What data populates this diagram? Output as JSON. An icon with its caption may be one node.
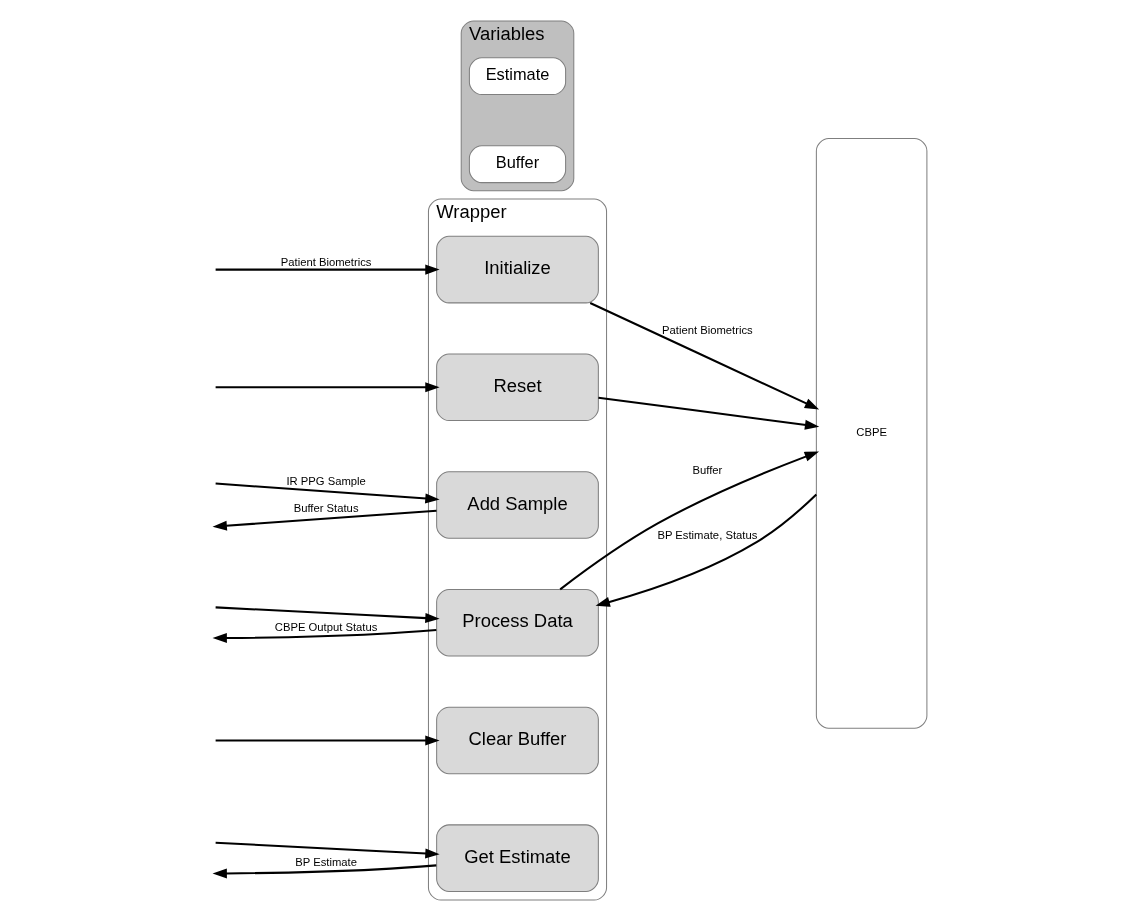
{
  "diagram": {
    "nodes": [
      {
        "text": [
          "Wrapper"
        ]
      },
      {
        "text": [
          "Initialize"
        ],
        "in": 0
      },
      {
        "text": [
          "Reset"
        ],
        "in": 0
      },
      {
        "text": [
          "Add Sample"
        ],
        "in": 0
      },
      {
        "text": [
          "Process Data"
        ],
        "in": 0
      },
      {
        "text": [
          "Clear Buffer"
        ],
        "in": 0
      },
      {
        "text": [
          "Get Estimate"
        ],
        "in": 0
      },
      {
        "text": [
          "Variables"
        ]
      },
      {
        "text": [
          "Buffer"
        ],
        "in": 7
      },
      {
        "text": [
          "Estimate"
        ],
        "in": 7
      },
      {
        "text": [
          "CBPE"
        ]
      }
    ],
    "edges": [
      {
        "from": null,
        "to": 1,
        "arrow": "to",
        "label": "Patient Biometrics"
      },
      {
        "from": 1,
        "to": 10,
        "arrow": "to",
        "label": "Patient Biometrics"
      },
      {
        "from": null,
        "to": 2,
        "arrow": "to"
      },
      {
        "from": 2,
        "to": 10,
        "arrow": "to"
      },
      {
        "from": null,
        "to": 3,
        "arrow": "to",
        "label": "IR PPG Sample"
      },
      {
        "from": 3,
        "to": null,
        "arrow": "to",
        "label": "Buffer Status"
      },
      {
        "from": null,
        "to": 4,
        "arrow": "to"
      },
      {
        "from": 4,
        "to": 10,
        "arrow": "to",
        "label": "Buffer"
      },
      {
        "from": 10,
        "to": 4,
        "arrow": "to",
        "label": "BP Estimate, Status"
      },
      {
        "from": 4,
        "to": null,
        "arrow": "to",
        "label": "CBPE Output Status"
      },
      {
        "from": null,
        "to": 5,
        "arrow": "to"
      },
      {
        "from": null,
        "to": 6,
        "arrow": "to"
      },
      {
        "from": 6,
        "to": null,
        "arrow": "to",
        "label": "BP Estimate"
      }
    ]
  }
}
